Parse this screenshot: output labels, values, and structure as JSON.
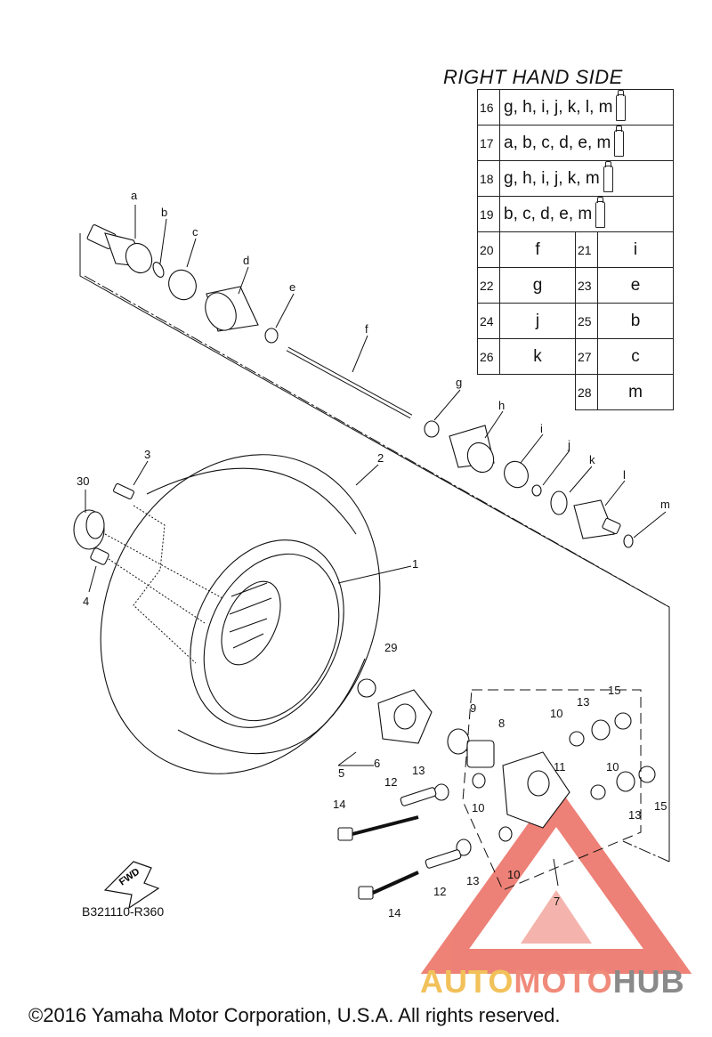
{
  "table_title": "RIGHT HAND SIDE",
  "parts_table": {
    "wide_rows": [
      {
        "no": "16",
        "codes": "g, h, i, j, k, l, m",
        "icon": "grease-tube-icon"
      },
      {
        "no": "17",
        "codes": "a, b, c, d, e, m",
        "icon": "grease-tube-icon"
      },
      {
        "no": "18",
        "codes": "g, h, i, j, k, m",
        "icon": "grease-tube-icon"
      },
      {
        "no": "19",
        "codes": "b, c, d, e, m",
        "icon": "grease-tube-icon"
      }
    ],
    "pair_rows": [
      {
        "left_no": "20",
        "left_code": "f",
        "right_no": "21",
        "right_code": "i"
      },
      {
        "left_no": "22",
        "left_code": "g",
        "right_no": "23",
        "right_code": "e"
      },
      {
        "left_no": "24",
        "left_code": "j",
        "right_no": "25",
        "right_code": "b"
      },
      {
        "left_no": "26",
        "left_code": "k",
        "right_no": "27",
        "right_code": "c"
      },
      {
        "left_no": "",
        "left_code": "",
        "right_no": "28",
        "right_code": "m"
      }
    ]
  },
  "callouts": {
    "a": "a",
    "b": "b",
    "c": "c",
    "d": "d",
    "e": "e",
    "f": "f",
    "g": "g",
    "h": "h",
    "i": "i",
    "j": "j",
    "k": "k",
    "l": "l",
    "m": "m",
    "n1": "1",
    "n2": "2",
    "n3": "3",
    "n4": "4",
    "n5": "5",
    "n6": "6",
    "n7": "7",
    "n8": "8",
    "n9": "9",
    "n10": "10",
    "n11": "11",
    "n12": "12",
    "n13": "13",
    "n14": "14",
    "n15": "15",
    "n29": "29",
    "n30": "30"
  },
  "fwd_label": "FWD",
  "figure_id": "B321110-R360",
  "watermark": {
    "part1": "AUTO",
    "part2": "MOTO",
    "part3": "HUB"
  },
  "copyright": "©2016 Yamaha Motor Corporation, U.S.A. All rights reserved.",
  "colors": {
    "line": "#111111",
    "watermark_red": "#e8584a",
    "watermark_yellow": "#f2c15a",
    "watermark_gray": "#8a8a8a"
  }
}
